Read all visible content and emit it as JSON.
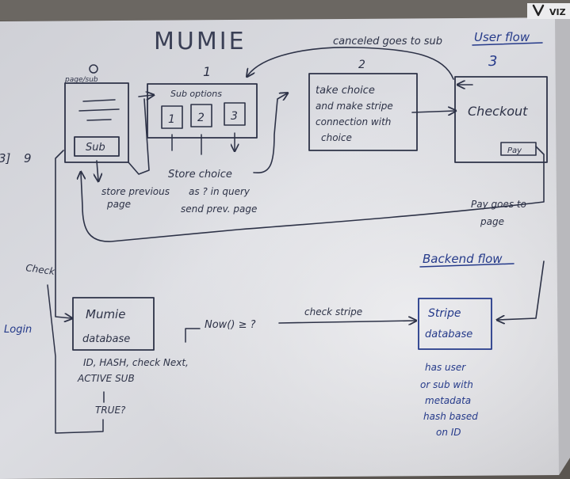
{
  "colors": {
    "ink_dark": "#2d3247",
    "ink_blue": "#253a8a",
    "board": "#dcdde2",
    "frame": "#5a5550"
  },
  "logo": {
    "text": "VIZ"
  },
  "left_edge": {
    "bracket": "3]",
    "number": "9"
  },
  "diagram": {
    "title": "MUMIE",
    "user_flow_label": "User flow",
    "user_flow_number": "3",
    "backend_flow_label": "Backend flow",
    "step_1": "1",
    "step_2": "2",
    "cancel_note": "canceled goes to sub",
    "page_box": {
      "header": "page/sub",
      "sub_button": "Sub"
    },
    "store_previous_page": [
      "store previous",
      "page"
    ],
    "sub_options": {
      "title": "Sub options",
      "options": [
        "1",
        "2",
        "3"
      ]
    },
    "store_choice": [
      "Store choice",
      "as ? in query",
      "send prev. page"
    ],
    "take_choice": [
      "take choice",
      "and make stripe",
      "connection with",
      "choice"
    ],
    "checkout": {
      "title": "Checkout",
      "pay_button": "Pay"
    },
    "pay_goes_to_page": [
      "Pay goes to",
      "page"
    ],
    "check_label": "Check",
    "login_label": "Login",
    "mumie_database": [
      "Mumie",
      "database"
    ],
    "mumie_fields": [
      "ID, HASH, check Next,",
      "ACTIVE SUB"
    ],
    "true_label": "TRUE?",
    "now_compare": "Now() ≥ ?",
    "check_stripe": "check stripe",
    "stripe_database": [
      "Stripe",
      "database"
    ],
    "stripe_note": [
      "has user",
      "or sub with",
      "metadata",
      "hash based",
      "on ID"
    ]
  }
}
